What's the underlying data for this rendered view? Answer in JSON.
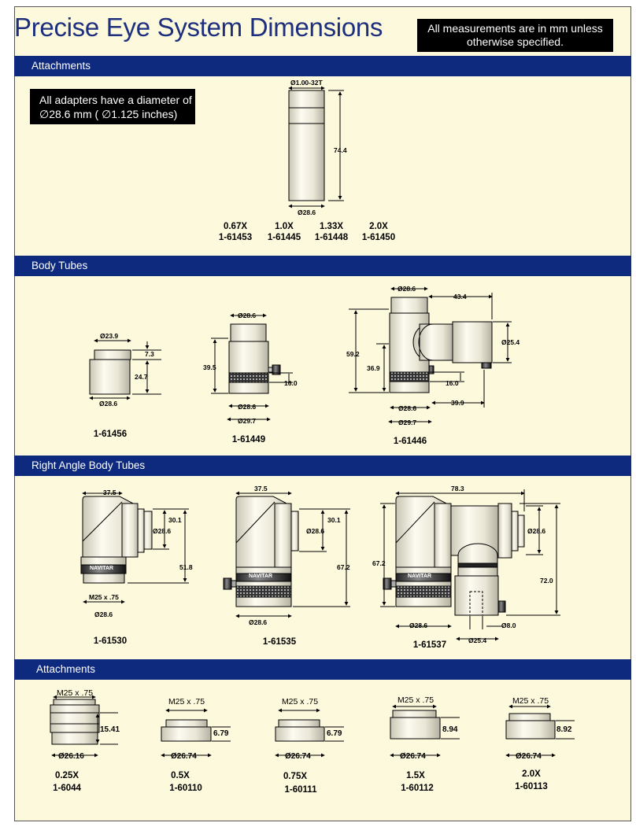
{
  "title": "Precise Eye System Dimensions",
  "measurement_note": "All measurements are in mm unless otherwise specified.",
  "sections": {
    "attachments_1": "Attachments",
    "body_tubes": "Body Tubes",
    "right_angle": "Right Angle Body Tubes",
    "attachments_2": "Attachments"
  },
  "adapter_note": "All adapters have a diameter of ∅28.6 mm ( ∅1.125 inches)",
  "attachments_1": {
    "dims": {
      "thread": "Ø1.00-32T",
      "height": "74.4",
      "diameter": "Ø28.6"
    },
    "items": [
      {
        "mag": "0.67X",
        "part": "1-61453"
      },
      {
        "mag": "1.0X",
        "part": "1-61445"
      },
      {
        "mag": "1.33X",
        "part": "1-61448"
      },
      {
        "mag": "2.0X",
        "part": "1-61450"
      }
    ]
  },
  "body_tubes": {
    "t1": {
      "part": "1-61456",
      "d_top": "Ø23.9",
      "h1": "7.3",
      "h2": "24.7",
      "d_bot": "Ø28.6"
    },
    "t2": {
      "part": "1-61449",
      "d_top": "Ø28.6",
      "h": "39.5",
      "h2": "16.0",
      "d1": "Ø28.6",
      "d2": "Ø29.7"
    },
    "t3": {
      "part": "1-61446",
      "d_top": "Ø28.6",
      "w": "43.4",
      "d_side": "Ø25.4",
      "h1": "59.2",
      "h2": "36.9",
      "h3": "16.0",
      "w2": "39.9",
      "d1": "Ø28.6",
      "d2": "Ø29.7"
    }
  },
  "right_angle": {
    "r1": {
      "part": "1-61530",
      "w": "37.5",
      "h1": "30.1",
      "d": "Ø28.6",
      "h2": "51.8",
      "brand": "NAVITAR",
      "thread": "M25 x .75",
      "d_bot": "Ø28.6"
    },
    "r2": {
      "part": "1-61535",
      "w": "37.5",
      "h1": "30.1",
      "d": "Ø28.6",
      "h2": "67.2",
      "brand": "NAVITAR",
      "d_bot": "Ø28.6"
    },
    "r3": {
      "part": "1-61537",
      "w": "78.3",
      "d": "Ø28.6",
      "h1": "67.2",
      "h2": "72.0",
      "brand": "NAVITAR",
      "d_bot": "Ø28.6",
      "d_pin": "Ø8.0",
      "d_side": "Ø25.4"
    }
  },
  "attachments_2": {
    "items": [
      {
        "thread": "M25 x .75",
        "h": "15.41",
        "d": "Ø26.16",
        "mag": "0.25X",
        "part": "1-6044"
      },
      {
        "thread": "M25 x .75",
        "h": "6.79",
        "d": "Ø26.74",
        "mag": "0.5X",
        "part": "1-60110"
      },
      {
        "thread": "M25 x .75",
        "h": "6.79",
        "d": "Ø26.74",
        "mag": "0.75X",
        "part": "1-60111"
      },
      {
        "thread": "M25 x .75",
        "h": "8.94",
        "d": "Ø26.74",
        "mag": "1.5X",
        "part": "1-60112"
      },
      {
        "thread": "M25 x .75",
        "h": "8.92",
        "d": "Ø26.74",
        "mag": "2.0X",
        "part": "1-60113"
      }
    ]
  }
}
